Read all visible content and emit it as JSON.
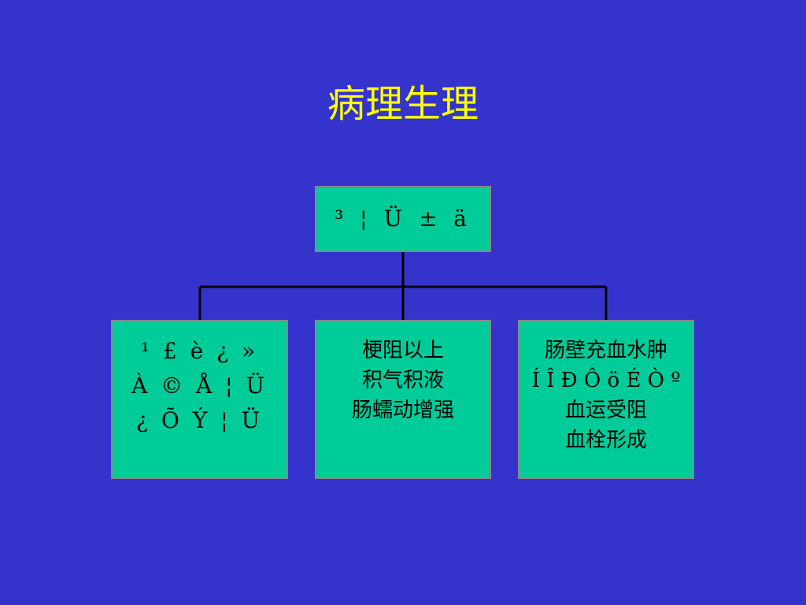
{
  "title": "病理生理",
  "root": {
    "label": "³ ¦ Ü ± ä"
  },
  "children": [
    {
      "lines": [
        "¹ £ è ¿ »",
        "À © Å ¦ Ü",
        "¿ Õ Ý ¦ Ü"
      ]
    },
    {
      "lines": [
        "梗阻以上",
        "积气积液",
        "肠蠕动增强"
      ]
    },
    {
      "lines": [
        "肠壁充血水肿",
        "Í Î Ð Ô ö É Ò º",
        "血运受阻",
        "血栓形成"
      ]
    }
  ],
  "colors": {
    "background": "#3434cc",
    "title": "#ffff00",
    "box_fill": "#00cc99",
    "box_border": "#888888",
    "connector": "#000000"
  }
}
